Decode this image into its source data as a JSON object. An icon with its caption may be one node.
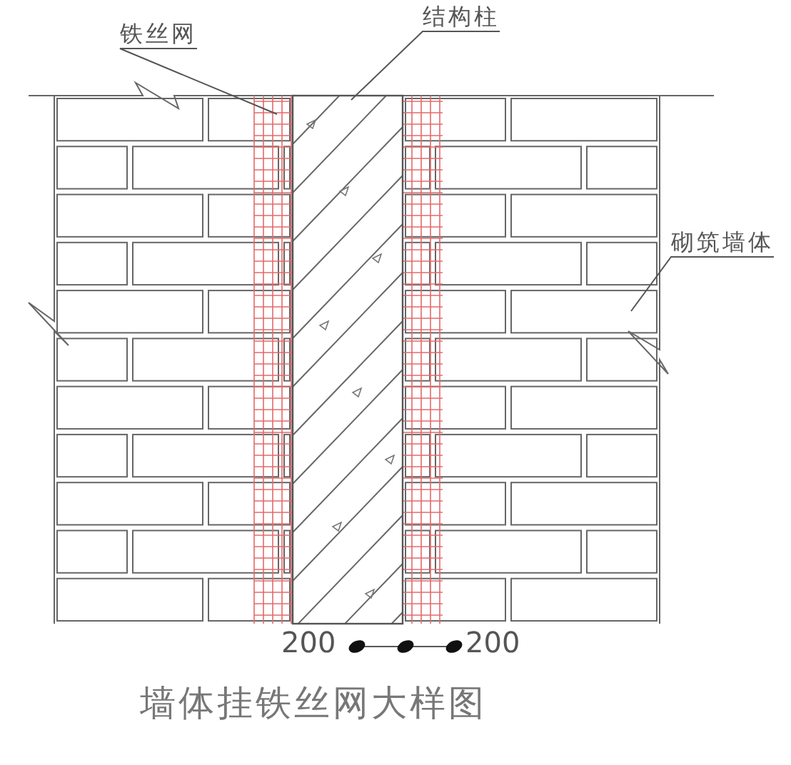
{
  "diagram": {
    "title": "墙体挂铁丝网大样图",
    "nodes": [
      {
        "text": [
          "铁丝网"
        ]
      },
      {
        "text": [
          "结构柱"
        ]
      },
      {
        "text": [
          "砌筑墙体"
        ]
      },
      {
        "text": [],
        "shape": "picture"
      },
      {
        "text": [],
        "shape": "picture",
        "in": 3
      },
      {
        "text": [],
        "shape": "box",
        "in": 4
      }
    ],
    "edges": [
      {
        "from": 0,
        "to": 4,
        "arrow": "none"
      },
      {
        "from": 1,
        "to": 5,
        "arrow": "none"
      },
      {
        "from": 2,
        "to": 3,
        "arrow": "none"
      }
    ],
    "labels": [
      "200",
      "200"
    ]
  }
}
